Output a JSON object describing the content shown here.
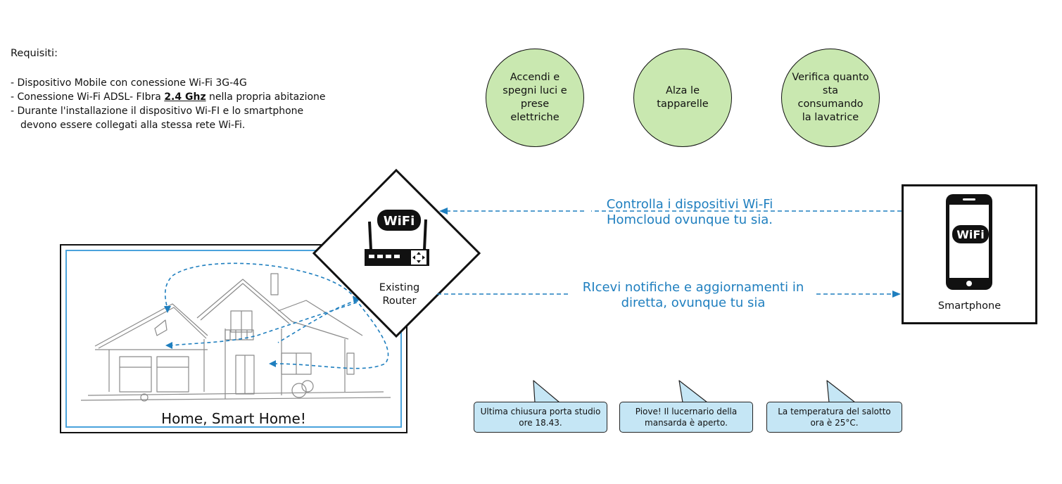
{
  "requirements": {
    "title": "Requisiti:",
    "item_1": "- Dispositivo Mobile con conessione Wi-Fi 3G-4G",
    "item_2_prefix": "- Conessione Wi-Fi ADSL- FIbra ",
    "item_2_highlight": "2.4 Ghz",
    "item_2_suffix": " nella propria abitazione",
    "item_3": "- Durante l'installazione il dispositivo Wi-FI e lo smartphone",
    "item_3_cont": "devono essere collegati alla stessa rete Wi-Fi."
  },
  "features": [
    {
      "label": "Accendi e spegni luci e prese elettriche"
    },
    {
      "label": "Alza le tapparelle"
    },
    {
      "label": "Verifica quanto sta consumando la lavatrice"
    }
  ],
  "router": {
    "label": "Existing Router",
    "badge": "WiFi"
  },
  "house": {
    "caption": "Home, Smart Home!"
  },
  "smartphone": {
    "label": "Smartphone",
    "badge": "WiFi"
  },
  "messages": {
    "control": "Controlla i dispositivi Wi-Fi Homcloud ovunque tu sia.",
    "notify": "RIcevi notifiche e aggiornamenti in diretta, ovunque tu sia"
  },
  "notifications": [
    {
      "text": "Ultima chiusura porta studio ore 18.43."
    },
    {
      "text": "Piove! Il lucernario della mansarda è aperto."
    },
    {
      "text": "La temperatura del salotto ora è 25°C."
    }
  ],
  "colors": {
    "circle_fill": "#c9e8b0",
    "bubble_fill": "#c5e6f5",
    "accent_blue": "#1f7fbf",
    "frame_blue": "#4aa3dc"
  }
}
